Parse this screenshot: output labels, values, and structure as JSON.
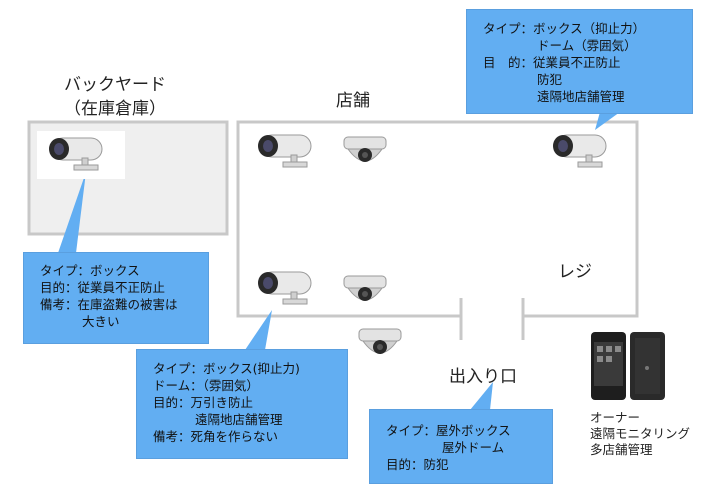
{
  "backyard": {
    "title_line1": "バックヤード",
    "title_line2": "（在庫倉庫）"
  },
  "store": {
    "title": "店舗"
  },
  "register": {
    "label": "レジ"
  },
  "entrance": {
    "label": "出入り口"
  },
  "owner": {
    "line1": "オーナー",
    "line2": "遠隔モニタリング",
    "line3": "多店舗管理"
  },
  "callouts": {
    "top_right": {
      "l1": "タイプ：ボックス（抑止力）",
      "l2": "ドーム（雰囲気）",
      "l3": "目　的：従業員不正防止",
      "l4": "防犯",
      "l5": "遠隔地店舗管理"
    },
    "backyard": {
      "l1": "タイプ：ボックス",
      "l2": "目的：従業員不正防止",
      "l3": "備考：在庫盗難の被害は",
      "l4": "大きい"
    },
    "store_left": {
      "l1": "タイプ：ボックス(抑止力)",
      "l2": "ドーム：（雰囲気）",
      "l3": "目的：万引き防止",
      "l4": "遠隔地店舗管理",
      "l5": "備考：死角を作らない"
    },
    "entrance": {
      "l1": "タイプ：屋外ボックス",
      "l2": "屋外ドーム",
      "l3": "目的：防犯"
    }
  },
  "colors": {
    "callout": "#62aef2",
    "room_border": "#c8c8c8",
    "backyard_fill": "#efefef"
  }
}
